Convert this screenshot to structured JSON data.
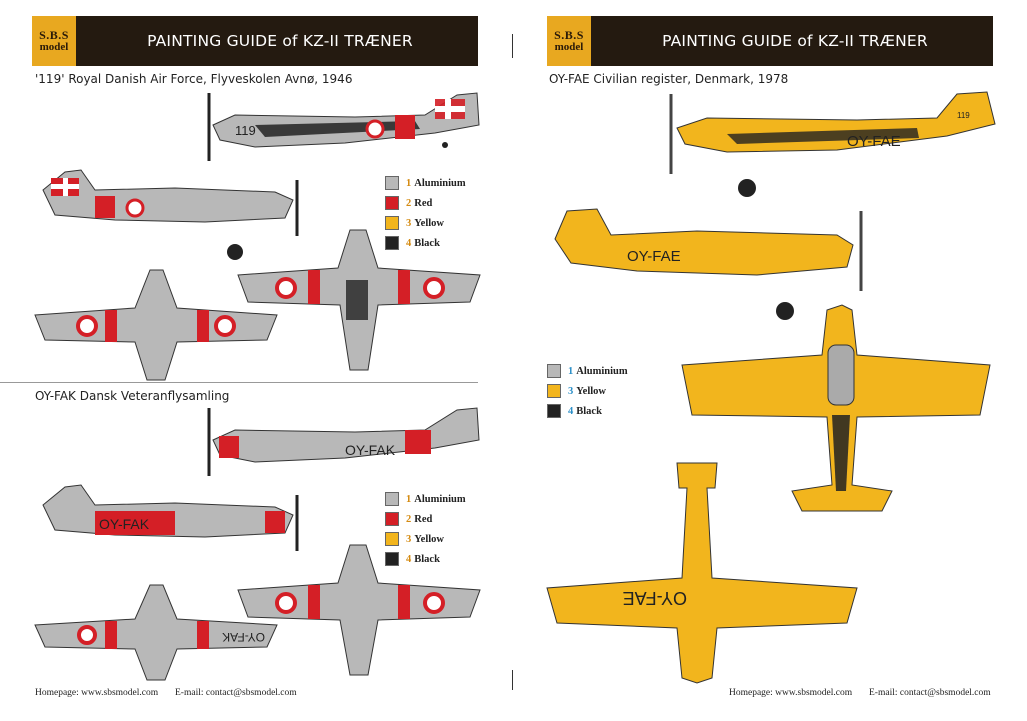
{
  "brand": {
    "line1": "S.B.S",
    "line2": "model"
  },
  "left": {
    "title": "PAINTING GUIDE of KZ-II TRÆNER",
    "scheme1": "'119' Royal Danish Air Force, Flyveskolen Avnø, 1946",
    "scheme2": "OY-FAK Dansk Veteranflysamling",
    "legend": [
      {
        "n": "1",
        "label": "Aluminium",
        "color": "#b8b8b8"
      },
      {
        "n": "2",
        "label": "Red",
        "color": "#d41f26"
      },
      {
        "n": "3",
        "label": "Yellow",
        "color": "#f2b51d"
      },
      {
        "n": "4",
        "label": "Black",
        "color": "#222222"
      }
    ],
    "marking1": "119",
    "registration": "OY-FAK",
    "homepage": "Homepage: www.sbsmodel.com",
    "email": "E-mail: contact@sbsmodel.com"
  },
  "right": {
    "title": "PAINTING GUIDE of KZ-II TRÆNER",
    "scheme": "OY-FAE Civilian register, Denmark, 1978",
    "legend": [
      {
        "n": "1",
        "label": "Aluminium",
        "color": "#b8b8b8"
      },
      {
        "n": "3",
        "label": "Yellow",
        "color": "#f2b51d"
      },
      {
        "n": "4",
        "label": "Black",
        "color": "#222222"
      }
    ],
    "registration": "OY-FAE",
    "tail_number": "119",
    "homepage": "Homepage: www.sbsmodel.com",
    "email": "E-mail: contact@sbsmodel.com"
  }
}
